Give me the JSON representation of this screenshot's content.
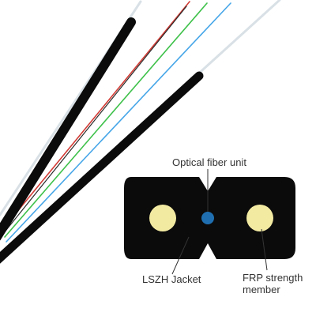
{
  "labels": {
    "top": "Optical fiber unit",
    "left": "LSZH Jacket",
    "right_line1": "FRP strength",
    "right_line2": "member"
  },
  "colors": {
    "jacket": "#0b0b0b",
    "frp": "#f3eaa2",
    "fiber_core": "#1f6fb0",
    "fiber_red": "#d23b35",
    "fiber_green": "#3ec14a",
    "fiber_blue": "#46a6e8",
    "fiber_white": "#d9e1e6",
    "leader": "#333333"
  }
}
